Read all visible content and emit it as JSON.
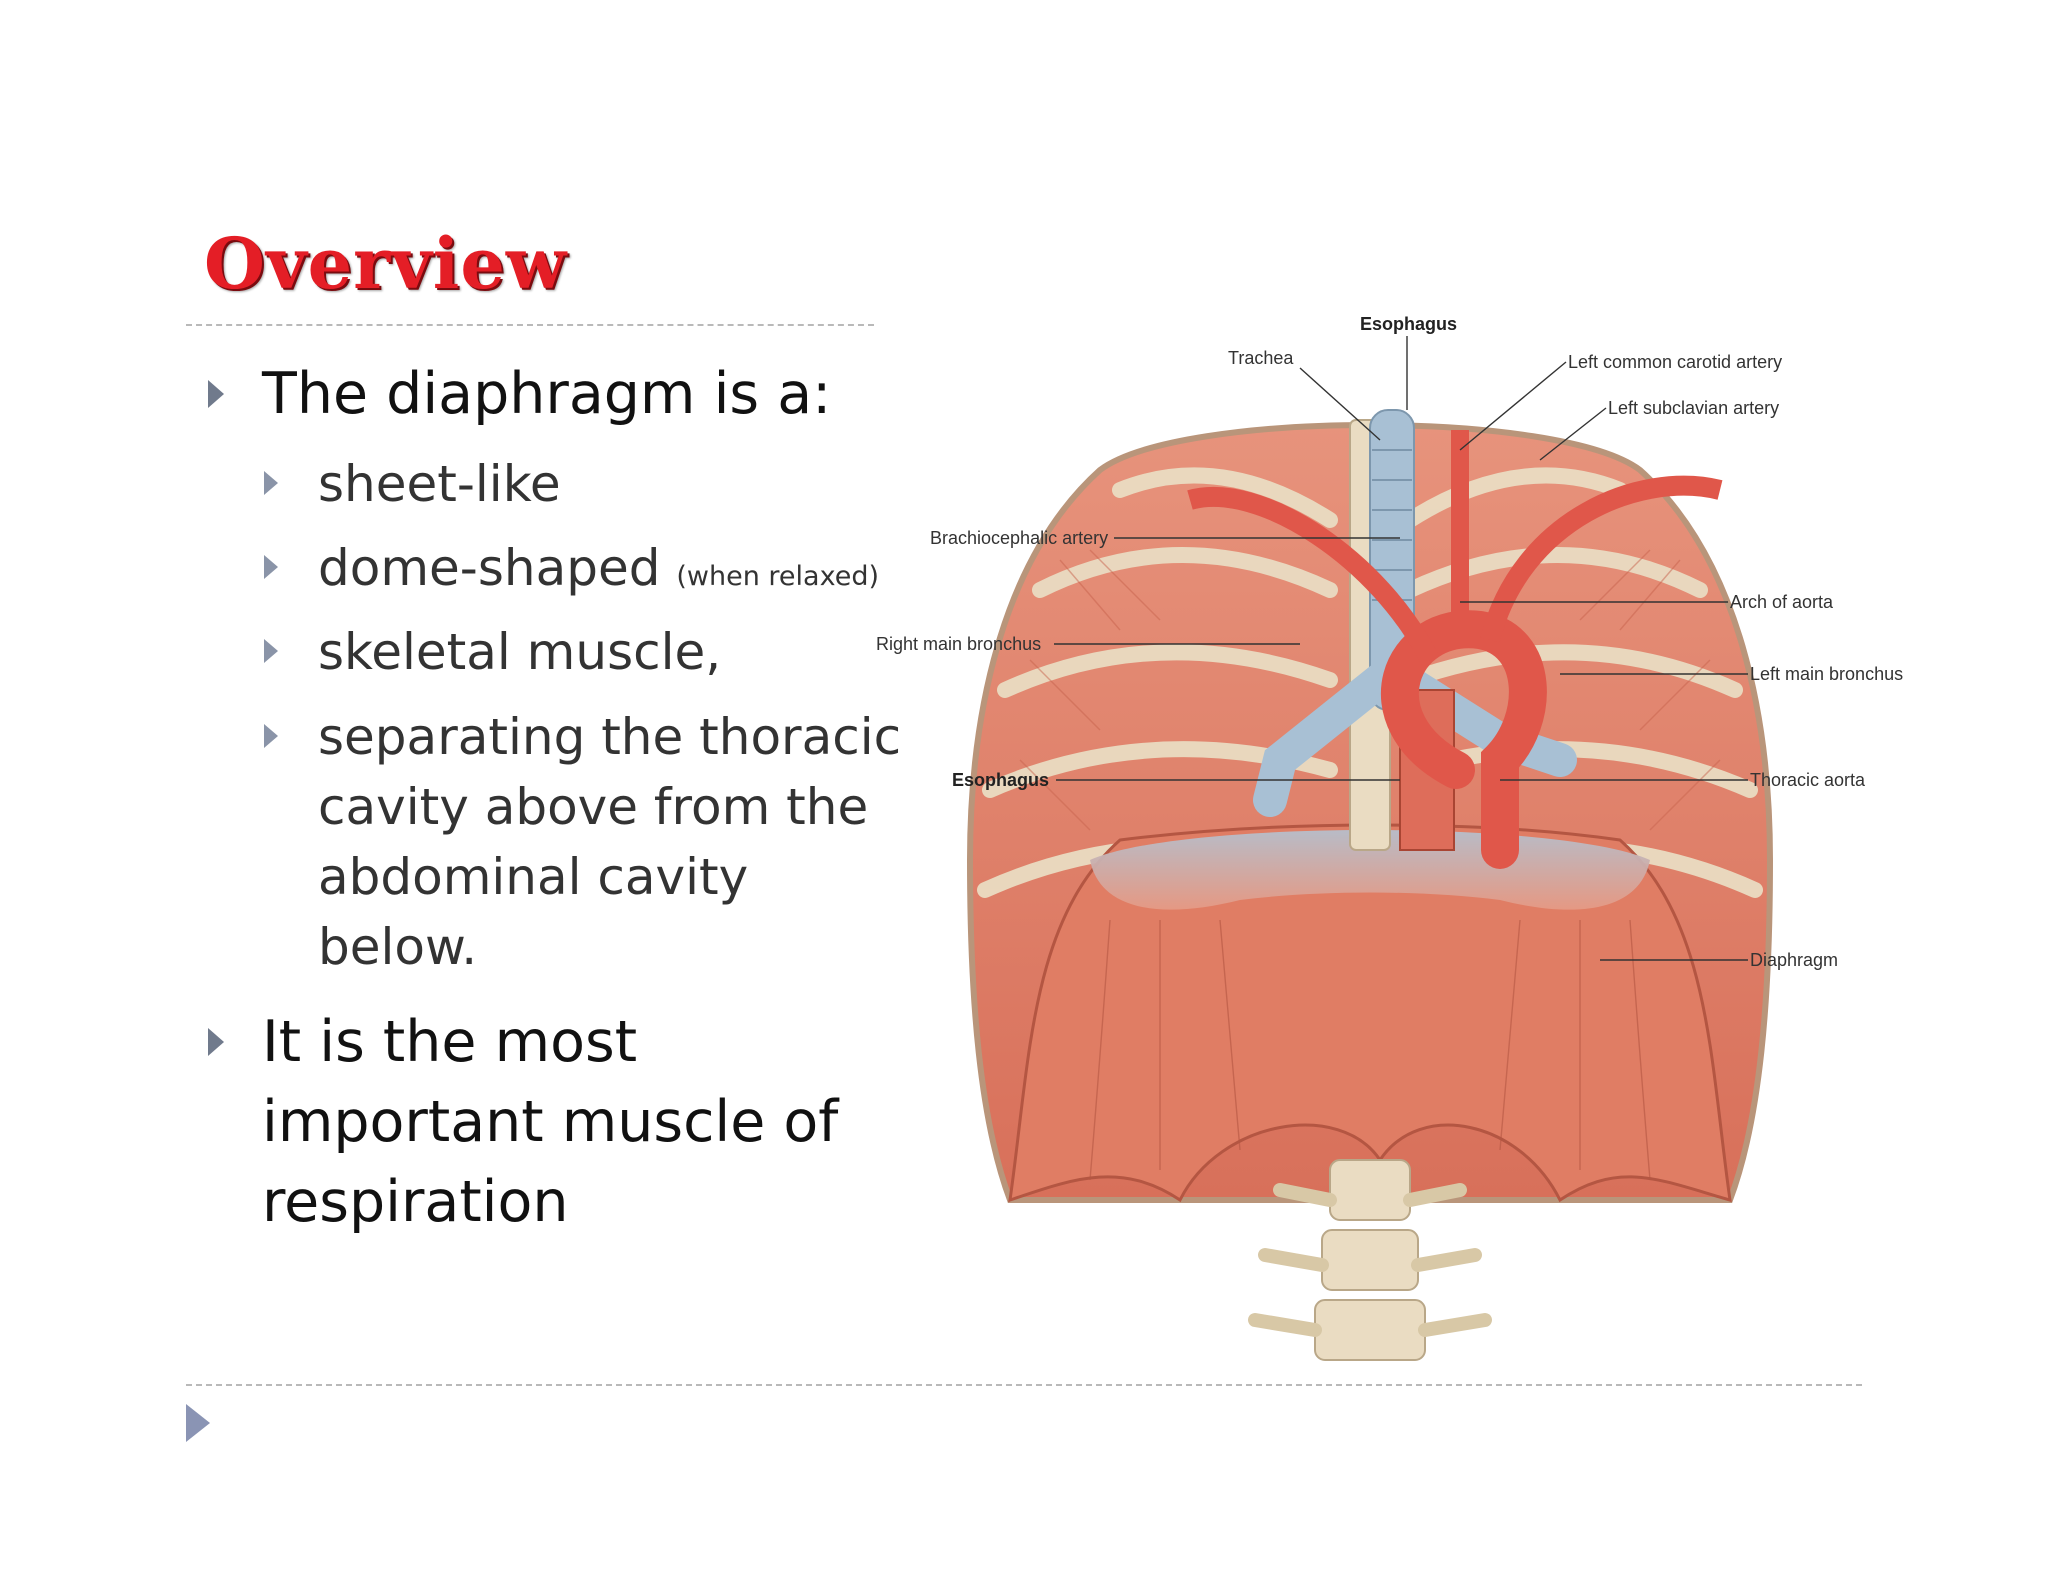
{
  "slide": {
    "title": "Overview",
    "bullets": {
      "b1": "The diaphragm is a:",
      "b2": "It is the most important muscle of respiration"
    },
    "sub_bullets": {
      "s1": "sheet-like",
      "s2": "dome-shaped",
      "s2_note": "(when relaxed)",
      "s3": "skeletal muscle,",
      "s4": "separating the thoracic cavity above from the abdominal cavity below."
    },
    "bullet_icon": "triangle-bullet-icon"
  },
  "diagram": {
    "labels": {
      "esophagus_top": "Esophagus",
      "trachea": "Trachea",
      "left_common_carotid": "Left common carotid artery",
      "left_subclavian": "Left subclavian artery",
      "brachiocephalic": "Brachiocephalic artery",
      "right_main_bronchus": "Right main bronchus",
      "arch_of_aorta": "Arch of aorta",
      "left_main_bronchus": "Left main bronchus",
      "esophagus_left": "Esophagus",
      "thoracic_aorta": "Thoracic aorta",
      "diaphragm": "Diaphragm"
    }
  },
  "colors": {
    "title_red": "#e41e26",
    "bullet_marker": "#707a8c",
    "muscle": "#e2826c",
    "bone": "#e8dcc0",
    "aorta": "#e0574a",
    "airway": "#a8c0d4"
  }
}
